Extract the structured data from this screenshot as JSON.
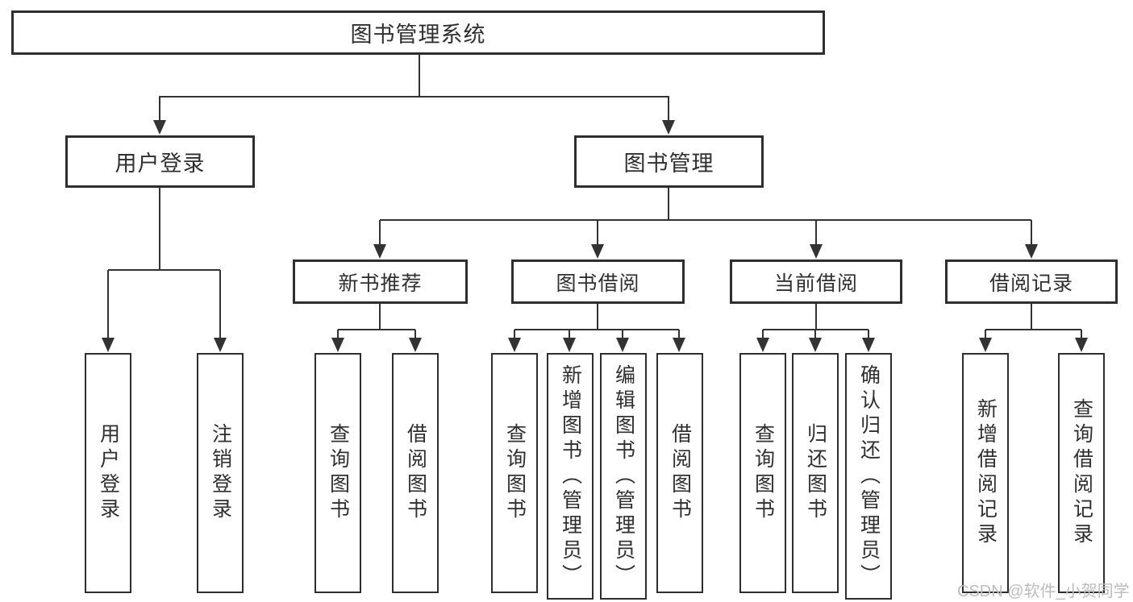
{
  "diagram": {
    "type": "hierarchy-diagram",
    "colors": {
      "line": "#333333",
      "box_border": "#2e2e2e",
      "box_background": "#ffffff",
      "text": "#2f2f2f",
      "watermark": "#bcbcbc",
      "page_background": "#ffffff"
    },
    "nodes": {
      "root": "图书管理系统",
      "user_login": "用户登录",
      "book_management": "图书管理",
      "new_book_recommend": "新书推荐",
      "book_borrowing": "图书借阅",
      "current_borrowing": "当前借阅",
      "borrowing_records": "借阅记录",
      "leaf_user_login": "用户登录",
      "leaf_logout": "注销登录",
      "leaf_nb_query_books": "查询图书",
      "leaf_nb_borrow_books": "借阅图书",
      "leaf_bb_query_books": "查询图书",
      "leaf_bb_add_books_admin": "新增图书（管理员）",
      "leaf_bb_edit_books_admin": "编辑图书（管理员）",
      "leaf_bb_borrow_books": "借阅图书",
      "leaf_cb_query_books": "查询图书",
      "leaf_cb_return_books": "归还图书",
      "leaf_cb_confirm_return_admin": "确认归还（管理员）",
      "leaf_br_add_record": "新增借阅记录",
      "leaf_br_query_record": "查询借阅记录"
    },
    "watermark": "CSDN @软件_小贺同学"
  }
}
